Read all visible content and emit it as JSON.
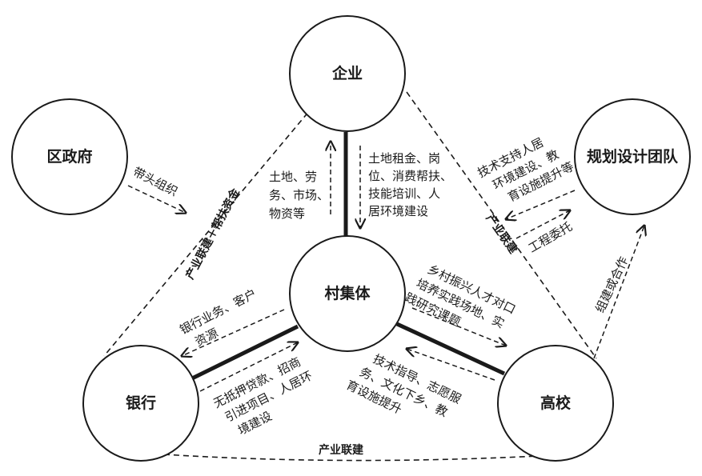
{
  "nodes": {
    "enterprise": "企业",
    "district_gov": "区政府",
    "planning_team": "规划设计团队",
    "village": "村集体",
    "bank": "银行",
    "university": "高校"
  },
  "labels": {
    "lead_org": "带头组织",
    "industry_link_funds": "产业联建＋帮扶资金",
    "land_labor": [
      "土地、劳",
      "务、市场、",
      "物资等"
    ],
    "land_rent": [
      "土地租金、岗",
      "位、消费帮扶、",
      "技能培训、人",
      "居环境建设"
    ],
    "tech_support": [
      "技术支持人居",
      "环境建设、教",
      "育设施提升等"
    ],
    "engineering": "工程委托",
    "industry_link_right": "产业联建",
    "build_coop": "组建或合作",
    "bank_business": [
      "银行业务、客户",
      "资源"
    ],
    "mortgage": [
      "无抵押贷款、招商",
      "引进项目、人居环",
      "境建设"
    ],
    "rural_talent": [
      "乡村振兴人才对口",
      "培养实践场地、实",
      "践研究课题"
    ],
    "tech_guidance": [
      "技术指导、志愿服",
      "务、文化下乡、教",
      "育设施提升"
    ],
    "industry_link_bottom": "产业联建"
  }
}
